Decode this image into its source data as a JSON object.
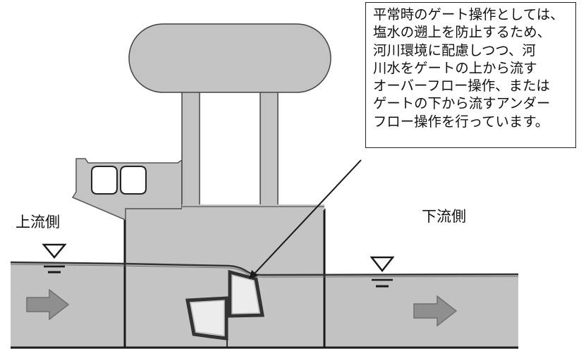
{
  "labels": {
    "upstream": "上流側",
    "downstream": "下流側"
  },
  "callout": {
    "lines": [
      "平常時のゲート操作としては、",
      "塩水の遡上を防止するため、",
      "河川環境に配慮しつつ、河",
      "川水をゲートの上から流す",
      "オーバーフロー操作、または",
      "ゲートの下から流すアンダー",
      "フロー操作を行っています。"
    ]
  },
  "colors": {
    "structure_gray": "#c3c3c3",
    "water_gray": "#bfbfbf",
    "outline": "#1a1a1a",
    "arrow_gray": "#8f8f8f",
    "gate_fill": "#ececec"
  },
  "icons": {
    "water_level_marker": "triangle-down-with-lines",
    "flow_arrow": "arrow-right"
  }
}
